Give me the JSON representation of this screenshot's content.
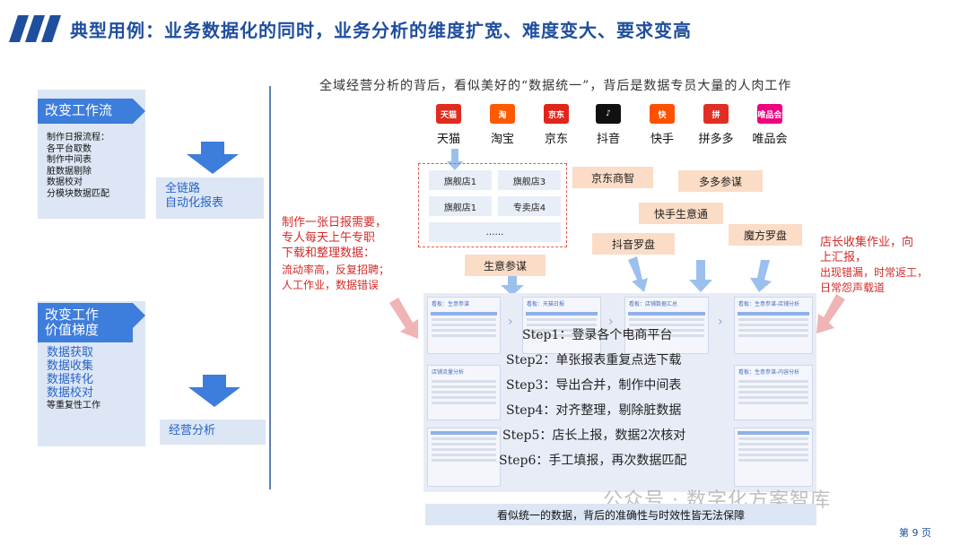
{
  "header": {
    "title": "典型用例：业务数据化的同时，业务分析的维度扩宽、难度变大、要求变高"
  },
  "left": {
    "block1": {
      "head": "改变工作流",
      "items": [
        "制作日报流程：",
        "各平台取数",
        "制作中间表",
        "脏数据剔除",
        "数据校对",
        "分模块数据匹配"
      ],
      "result_line1": "全链路",
      "result_line2": "自动化报表"
    },
    "block2": {
      "head_line1": "改变工作",
      "head_line2": "价值梯度",
      "items": [
        "数据获取",
        "数据收集",
        "数据转化",
        "数据校对"
      ],
      "item_extra": "等重复性工作",
      "result": "经营分析"
    }
  },
  "main": {
    "subtitle": "全域经营分析的背后，看似美好的“数据统一”，背后是数据专员大量的人肉工作",
    "platforms": [
      {
        "name": "天猫",
        "logo": "天猫",
        "color": "#e02b1e"
      },
      {
        "name": "淘宝",
        "logo": "淘",
        "color": "#ff5a00"
      },
      {
        "name": "京东",
        "logo": "京东",
        "color": "#e1251b"
      },
      {
        "name": "抖音",
        "logo": "♪",
        "color": "#111111"
      },
      {
        "name": "快手",
        "logo": "快",
        "color": "#ff5000"
      },
      {
        "name": "拼多多",
        "logo": "拼",
        "color": "#e02e24"
      },
      {
        "name": "唯品会",
        "logo": "唯品会",
        "color": "#f10180"
      }
    ],
    "stores": [
      "旗舰店1",
      "旗舰店3",
      "旗舰店1",
      "专卖店4",
      "……"
    ],
    "tools": [
      "京东商智",
      "多多参谋",
      "快手生意通",
      "抖音罗盘",
      "魔方罗盘",
      "生意参谋"
    ],
    "note_left": [
      "制作一张日报需要，",
      "专人每天上午专职",
      "下载和整理数据：",
      "流动率高，反复招聘；",
      "人工作业，数据错误"
    ],
    "note_right": [
      "店长收集作业，向",
      "上汇报，",
      "出现错漏，时常返工，",
      "日常怨声载道"
    ],
    "steps": [
      "Step1：登录各个电商平台",
      "Step2：单张报表重复点选下载",
      "Step3：导出合并，制作中间表",
      "Step4：对齐整理，剔除脏数据",
      "Step5：店长上报，数据2次核对",
      "Step6：手工填报，再次数据匹配"
    ],
    "mini_captions": [
      "看板：生意参谋",
      "看板：天猫日报",
      "看板：店铺数据汇总",
      "看板：生意参谋-店铺分析",
      "店铺流量分析",
      "看板：生意参谋-内容分析"
    ],
    "bottom_note": "看似统一的数据，背后的准确性与时效性皆无法保障"
  },
  "footer": {
    "page": "第 9 页",
    "watermark": "公众号 · 数字化方案智库"
  },
  "colors": {
    "brand_blue": "#1f4e9e",
    "accent_blue": "#3d7ddb",
    "note_red": "#d42a2a",
    "tool_bg": "#fbdcc6",
    "panel_bg": "#dce6f4"
  }
}
